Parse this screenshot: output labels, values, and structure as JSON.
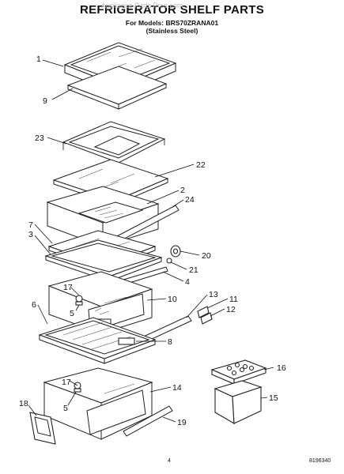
{
  "header": {
    "title": "REFRIGERATOR SHELF PARTS",
    "models_line": "For Models: BRS70ZRANA01",
    "variant_line": "(Stainless Steel)"
  },
  "watermark": "Appliance Parts Pros.com",
  "callouts": [
    {
      "id": "1",
      "label": "1"
    },
    {
      "id": "9",
      "label": "9"
    },
    {
      "id": "23",
      "label": "23"
    },
    {
      "id": "22",
      "label": "22"
    },
    {
      "id": "2",
      "label": "2"
    },
    {
      "id": "24",
      "label": "24"
    },
    {
      "id": "7",
      "label": "7"
    },
    {
      "id": "3",
      "label": "3"
    },
    {
      "id": "20",
      "label": "20"
    },
    {
      "id": "21",
      "label": "21"
    },
    {
      "id": "4",
      "label": "4"
    },
    {
      "id": "17a",
      "label": "17"
    },
    {
      "id": "10",
      "label": "10"
    },
    {
      "id": "6",
      "label": "6"
    },
    {
      "id": "5a",
      "label": "5"
    },
    {
      "id": "13",
      "label": "13"
    },
    {
      "id": "11",
      "label": "11"
    },
    {
      "id": "12",
      "label": "12"
    },
    {
      "id": "8",
      "label": "8"
    },
    {
      "id": "16",
      "label": "16"
    },
    {
      "id": "17b",
      "label": "17"
    },
    {
      "id": "14",
      "label": "14"
    },
    {
      "id": "15",
      "label": "15"
    },
    {
      "id": "18",
      "label": "18"
    },
    {
      "id": "5b",
      "label": "5"
    },
    {
      "id": "19",
      "label": "19"
    }
  ],
  "footer": {
    "page_number": "4",
    "document_number": "8196340"
  }
}
